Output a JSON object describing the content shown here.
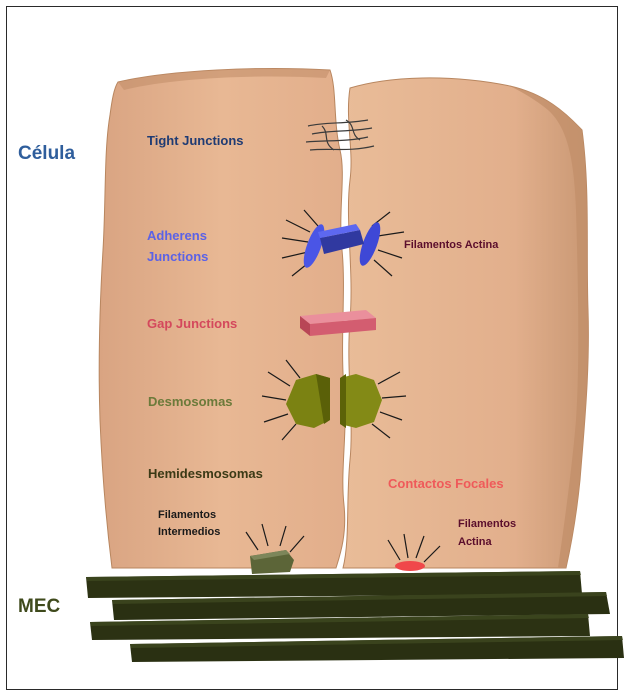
{
  "diagram": {
    "labels": {
      "celula": "Célula",
      "mec": "MEC",
      "tight_junctions": "Tight Junctions",
      "adherens_junctions": "Adherens Junctions",
      "gap_junctions": "Gap Junctions",
      "desmosomas": "Desmosomas",
      "hemidesmosomas": "Hemidesmosomas",
      "filamentos_intermedios": "Filamentos Intermedios",
      "filamentos_actina_top": "Filamentos Actina",
      "contactos_focales": "Contactos Focales",
      "filamentos_actina_bottom": "Filamentos Actina"
    },
    "colors": {
      "cell_fill": "#e4b391",
      "cell_edge": "#b98862",
      "matrix": "#2c3213",
      "adherens": "#4453e0",
      "gap": "#d25f72",
      "desmosome": "#7a7f14",
      "hemidesmosome": "#5b6438",
      "focal_contact": "#f0484a"
    }
  }
}
